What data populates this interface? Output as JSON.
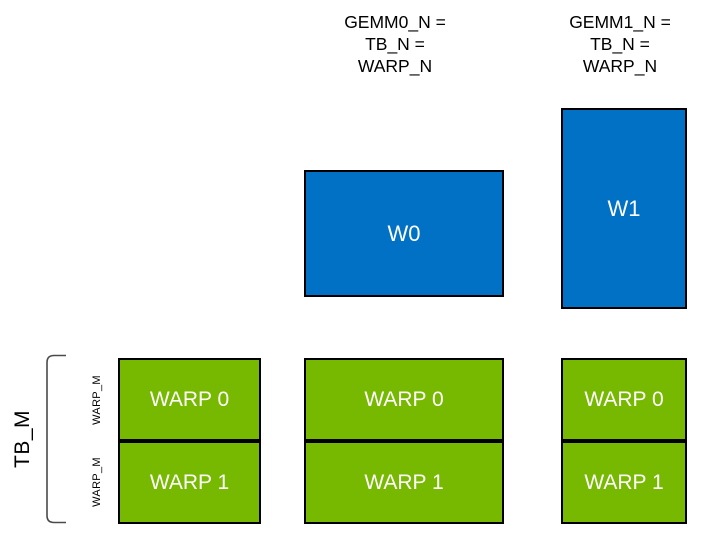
{
  "colors": {
    "blue": "#0071C5",
    "green": "#76B900",
    "box_border": "#000000",
    "bracket": "#4a4a4a",
    "label_text": "#000000",
    "fill_text": "#ffffff"
  },
  "headers": {
    "gemm0": {
      "line1": "GEMM0_N =",
      "line2": "TB_N =",
      "line3": "WARP_N"
    },
    "gemm1": {
      "line1": "GEMM1_N =",
      "line2": "TB_N =",
      "line3": "WARP_N"
    }
  },
  "warp_accumulators": {
    "w0": "W0",
    "w1": "W1"
  },
  "warp_tiles": {
    "column0": {
      "warp0": "WARP 0",
      "warp1": "WARP 1"
    },
    "column1": {
      "warp0": "WARP 0",
      "warp1": "WARP 1"
    },
    "column2": {
      "warp0": "WARP 0",
      "warp1": "WARP 1"
    }
  },
  "left_axis": {
    "tb_m": "TB_M",
    "warp_m_top": "WARP_M",
    "warp_m_bottom": "WARP_M"
  }
}
